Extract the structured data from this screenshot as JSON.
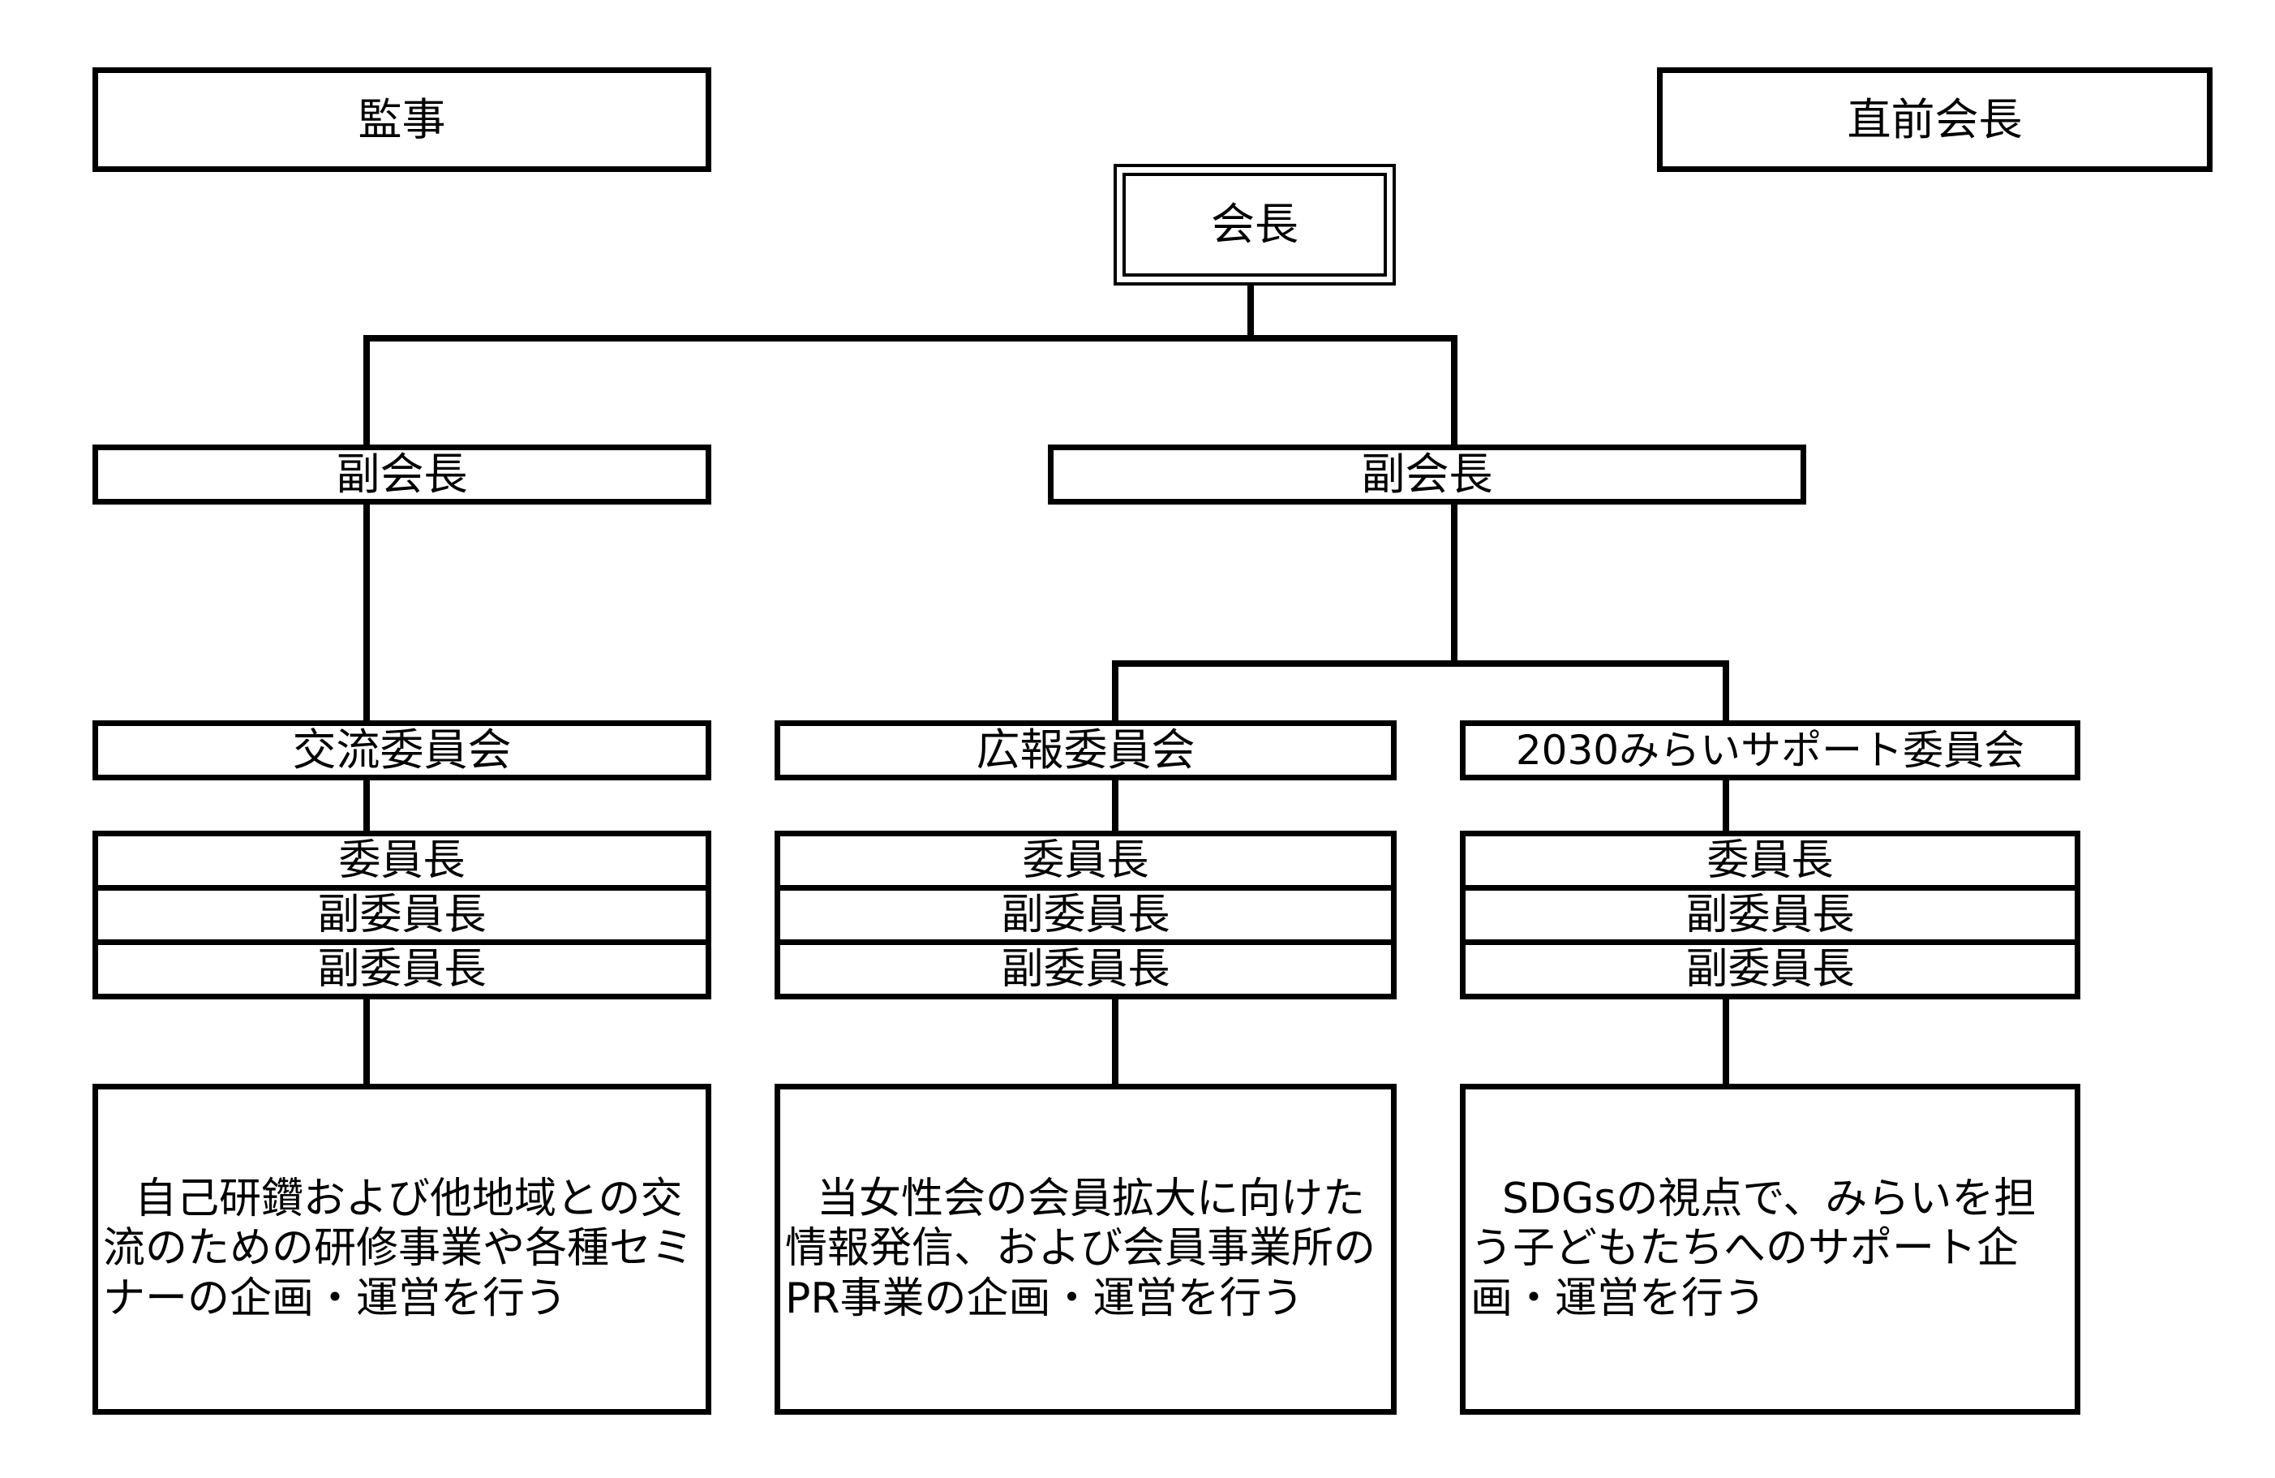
{
  "top": {
    "auditor": "監事",
    "past_president": "直前会長",
    "president": "会長"
  },
  "vice_presidents": [
    "副会長",
    "副会長"
  ],
  "committees": [
    {
      "name": "交流委員会",
      "roles": [
        "委員長",
        "副委員長",
        "副委員長"
      ],
      "description": "自己研鑽および他地域との交流のための研修事業や各種セミナーの企画・運営を行う"
    },
    {
      "name": "広報委員会",
      "roles": [
        "委員長",
        "副委員長",
        "副委員長"
      ],
      "description": "当女性会の会員拡大に向けた情報発信、および会員事業所のPR事業の企画・運営を行う"
    },
    {
      "name": "2030みらいサポート委員会",
      "roles": [
        "委員長",
        "副委員長",
        "副委員長"
      ],
      "description": "SDGsの視点で、みらいを担う子どもたちへのサポート企画・運営を行う"
    }
  ]
}
